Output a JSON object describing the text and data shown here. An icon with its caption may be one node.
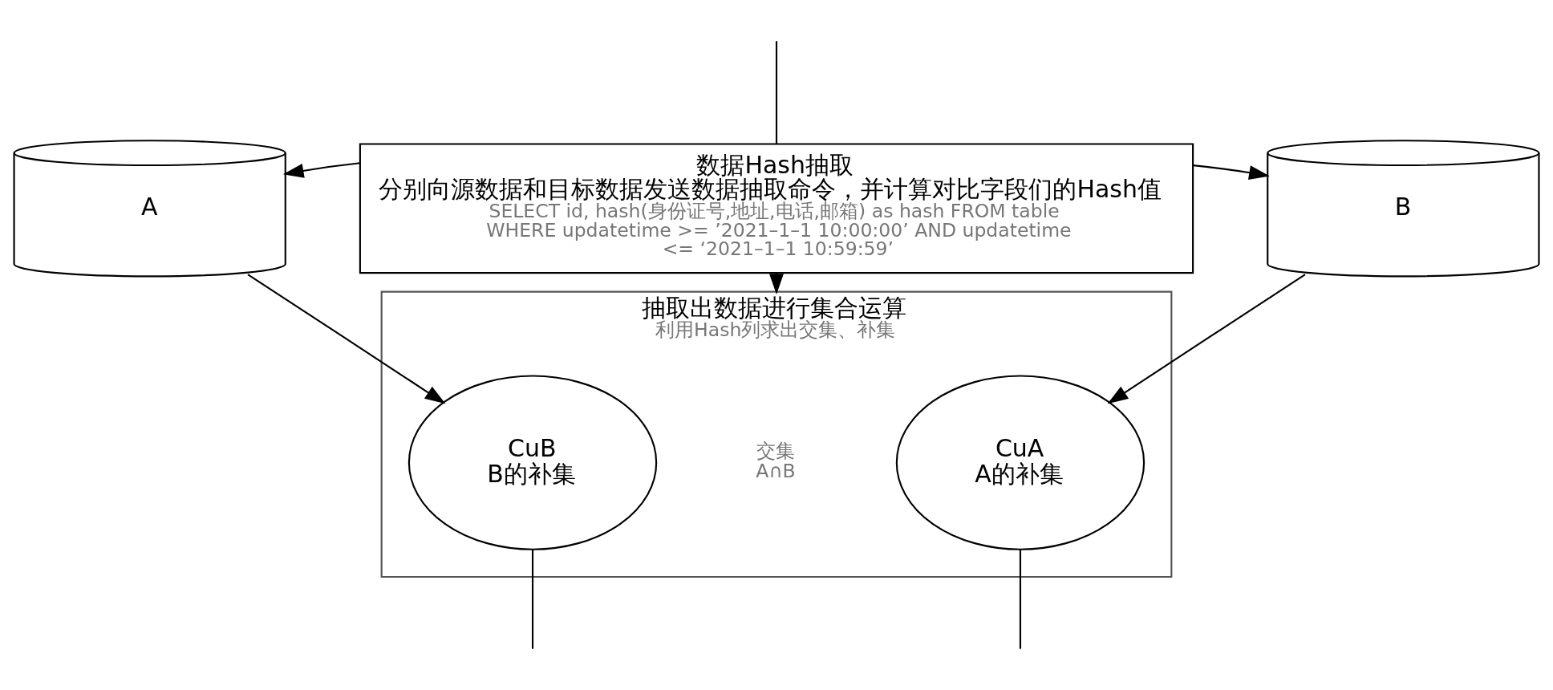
{
  "diagram": {
    "nodes": [
      {
        "text": [
          "A"
        ]
      },
      {
        "text": [
          "数据Hash抽取",
          "分别向源数据和目标数据发送数据抽取命令，并计算对比字段们的Hash值",
          "SELECT id, hash(身份证号,地址,电话,邮箱) as hash FROM table WHERE updatetime >= ’2021–1–1 10:00:00’ AND updatetime <= ‘2021–1–1 10:59:59’"
        ]
      },
      {
        "text": [
          "B"
        ]
      },
      {
        "text": [
          "抽取出数据进行集合运算",
          "利用Hash列求出交集、补集"
        ]
      },
      {
        "text": [
          "CuB",
          "B的补集"
        ],
        "in": 3
      },
      {
        "text": [
          "交集",
          "A∩B"
        ],
        "in": 3
      },
      {
        "text": [
          "CuA",
          "A的补集"
        ],
        "in": 3
      }
    ],
    "edges": [
      {
        "from": null,
        "to": 1,
        "arrow": "none"
      },
      {
        "from": 1,
        "to": 0,
        "arrow": "to"
      },
      {
        "from": 1,
        "to": 2,
        "arrow": "to"
      },
      {
        "from": 1,
        "to": 3,
        "arrow": "to"
      },
      {
        "from": 0,
        "to": 4,
        "arrow": "to"
      },
      {
        "from": 2,
        "to": 6,
        "arrow": "to"
      },
      {
        "from": 4,
        "to": null,
        "arrow": "none"
      },
      {
        "from": 6,
        "to": null,
        "arrow": "none"
      }
    ]
  }
}
